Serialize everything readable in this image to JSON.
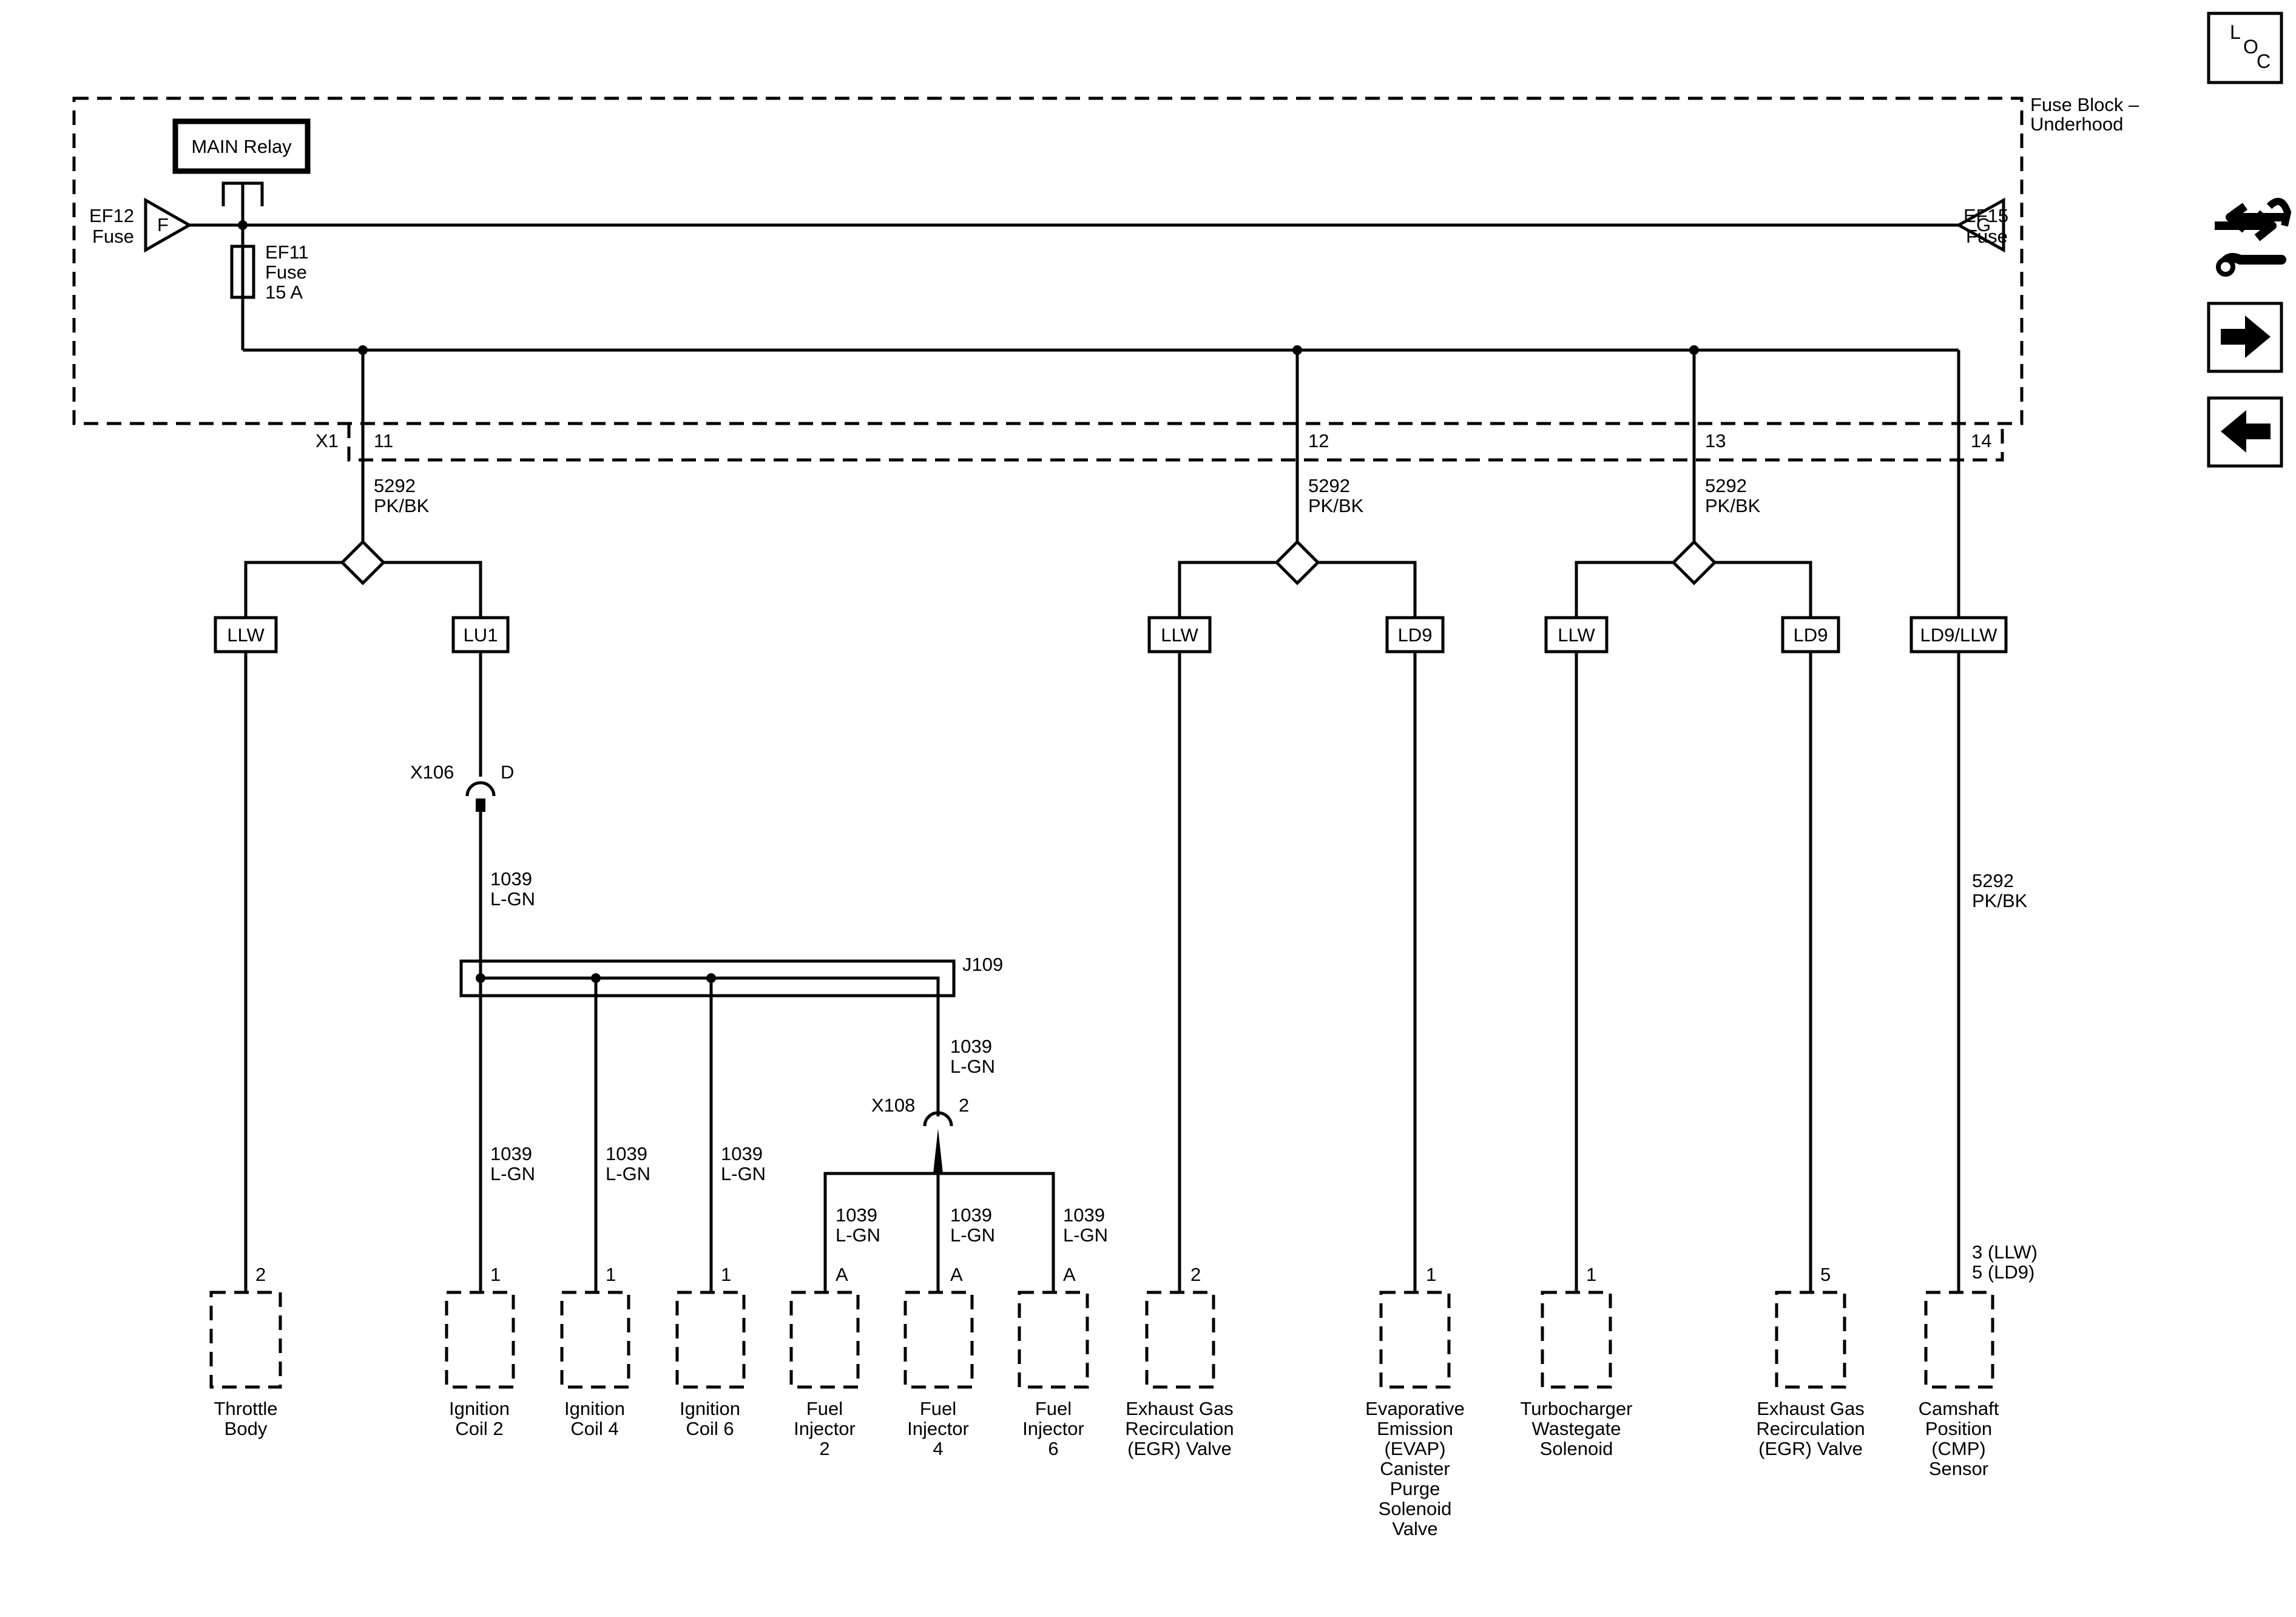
{
  "fuse_block": {
    "name": [
      "Fuse Block –",
      "Underhood"
    ],
    "connector": "X1"
  },
  "main_relay": "MAIN Relay",
  "ef12": {
    "letter": "F",
    "name": [
      "EF12",
      "Fuse"
    ]
  },
  "ef15": {
    "letter": "G",
    "name": [
      "EF15",
      "Fuse"
    ]
  },
  "ef11": [
    "EF11",
    "Fuse",
    "15 A"
  ],
  "pins": [
    "11",
    "12",
    "13",
    "14"
  ],
  "circuit_5292": [
    "5292",
    "PK/BK"
  ],
  "circuit_1039": [
    "1039",
    "L-GN"
  ],
  "options": {
    "llw": "LLW",
    "lu1": "LU1",
    "ld9": "LD9",
    "ld9_llw": "LD9/LLW"
  },
  "x106": {
    "name": "X106",
    "pin": "D"
  },
  "x108": {
    "name": "X108",
    "pin": "2"
  },
  "j109": "J109",
  "components": [
    {
      "pin": "2",
      "name": [
        "Throttle",
        "Body"
      ]
    },
    {
      "pin": "1",
      "name": [
        "Ignition",
        "Coil 2"
      ]
    },
    {
      "pin": "1",
      "name": [
        "Ignition",
        "Coil 4"
      ]
    },
    {
      "pin": "1",
      "name": [
        "Ignition",
        "Coil 6"
      ]
    },
    {
      "pin": "A",
      "name": [
        "Fuel",
        "Injector",
        "2"
      ]
    },
    {
      "pin": "A",
      "name": [
        "Fuel",
        "Injector",
        "4"
      ]
    },
    {
      "pin": "A",
      "name": [
        "Fuel",
        "Injector",
        "6"
      ]
    },
    {
      "pin": "2",
      "name": [
        "Exhaust Gas",
        "Recirculation",
        "(EGR) Valve"
      ]
    },
    {
      "pin": "1",
      "name": [
        "Evaporative",
        "Emission",
        "(EVAP)",
        "Canister",
        "Purge",
        "Solenoid",
        "Valve"
      ]
    },
    {
      "pin": "1",
      "name": [
        "Turbocharger",
        "Wastegate",
        "Solenoid"
      ]
    },
    {
      "pin": "5",
      "name": [
        "Exhaust Gas",
        "Recirculation",
        "(EGR) Valve"
      ]
    },
    {
      "pin": [
        "3 (LLW)",
        "5 (LD9)"
      ],
      "name": [
        "Camshaft",
        "Position",
        "(CMP)",
        "Sensor"
      ]
    }
  ],
  "nav": {
    "loc": [
      "L",
      "O",
      "C"
    ],
    "service_icon": "service-tools-icon",
    "next_icon": "arrow-right-icon",
    "prev_icon": "arrow-left-icon"
  }
}
